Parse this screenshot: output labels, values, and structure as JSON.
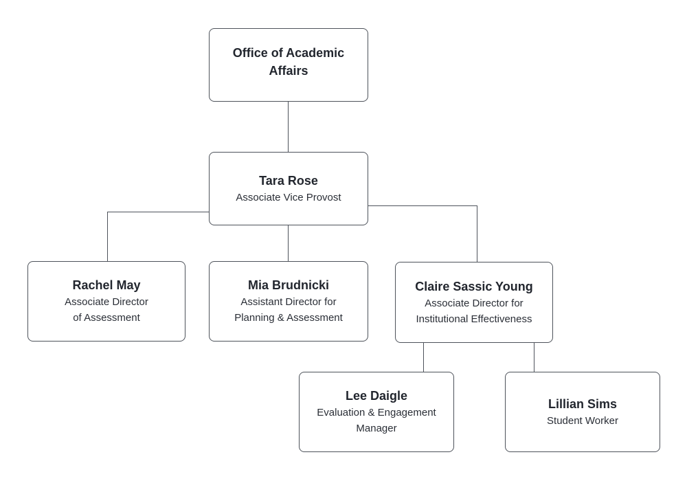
{
  "diagram": {
    "type": "org-chart",
    "background_color": "#ffffff",
    "node_fill": "#ffffff",
    "node_border_color": "#4d525a",
    "connector_color": "#4d525a",
    "name_text_color": "#22262e",
    "title_text_color": "#2a2e36"
  },
  "nodes": [
    {
      "id": "office",
      "name": "Office of Academic Affairs",
      "name_lines": [
        "Office of Academic",
        "Affairs"
      ],
      "title": "",
      "title_lines": []
    },
    {
      "id": "tara",
      "name": "Tara Rose",
      "name_lines": [
        "Tara Rose"
      ],
      "title": "Associate Vice Provost",
      "title_lines": [
        "Associate Vice Provost"
      ]
    },
    {
      "id": "rachel",
      "name": "Rachel May",
      "name_lines": [
        "Rachel May"
      ],
      "title": "Associate Director of Assessment",
      "title_lines": [
        "Associate Director",
        "of Assessment"
      ]
    },
    {
      "id": "mia",
      "name": "Mia Brudnicki",
      "name_lines": [
        "Mia Brudnicki"
      ],
      "title": "Assistant Director for Planning & Assessment",
      "title_lines": [
        "Assistant Director for",
        "Planning & Assessment"
      ]
    },
    {
      "id": "claire",
      "name": "Claire Sassic Young",
      "name_lines": [
        "Claire Sassic Young"
      ],
      "title": "Associate Director for Institutional Effectiveness",
      "title_lines": [
        "Associate Director for",
        "Institutional Effectiveness"
      ]
    },
    {
      "id": "lee",
      "name": "Lee Daigle",
      "name_lines": [
        "Lee Daigle"
      ],
      "title": "Evaluation & Engagement Manager",
      "title_lines": [
        "Evaluation & Engagement",
        "Manager"
      ]
    },
    {
      "id": "lillian",
      "name": "Lillian Sims",
      "name_lines": [
        "Lillian Sims"
      ],
      "title": "Student Worker",
      "title_lines": [
        "Student Worker"
      ]
    }
  ],
  "edges": [
    {
      "from": "office",
      "to": "tara",
      "route": "straight-vertical"
    },
    {
      "from": "tara",
      "to": "rachel",
      "route": "elbow-left"
    },
    {
      "from": "tara",
      "to": "mia",
      "route": "straight-vertical"
    },
    {
      "from": "tara",
      "to": "claire",
      "route": "elbow-right"
    },
    {
      "from": "claire",
      "to": "lee",
      "route": "straight-vertical"
    },
    {
      "from": "claire",
      "to": "lillian",
      "route": "straight-vertical"
    }
  ]
}
